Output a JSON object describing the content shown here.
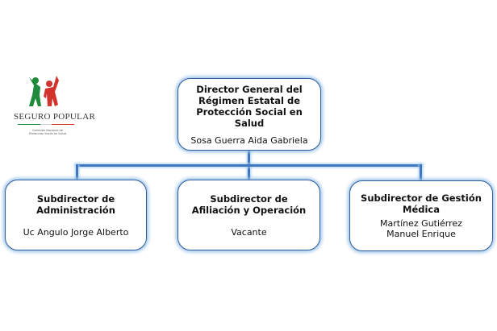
{
  "logo": {
    "brand": "SEGURO POPULAR",
    "subtitle": "Comisión Nacional de Protección Social en Salud"
  },
  "director": {
    "title": "Director General del Régimen Estatal de Protección Social en Salud",
    "name": "Sosa Guerra Aida Gabriela"
  },
  "subordinates": [
    {
      "title": "Subdirector de Administración",
      "name": "Uc Angulo Jorge Alberto"
    },
    {
      "title": "Subdirector de Afiliación y Operación",
      "name": "Vacante"
    },
    {
      "title": "Subdirector de Gestión Médica",
      "name": "Martínez Gutiérrez Manuel Enrique"
    }
  ]
}
